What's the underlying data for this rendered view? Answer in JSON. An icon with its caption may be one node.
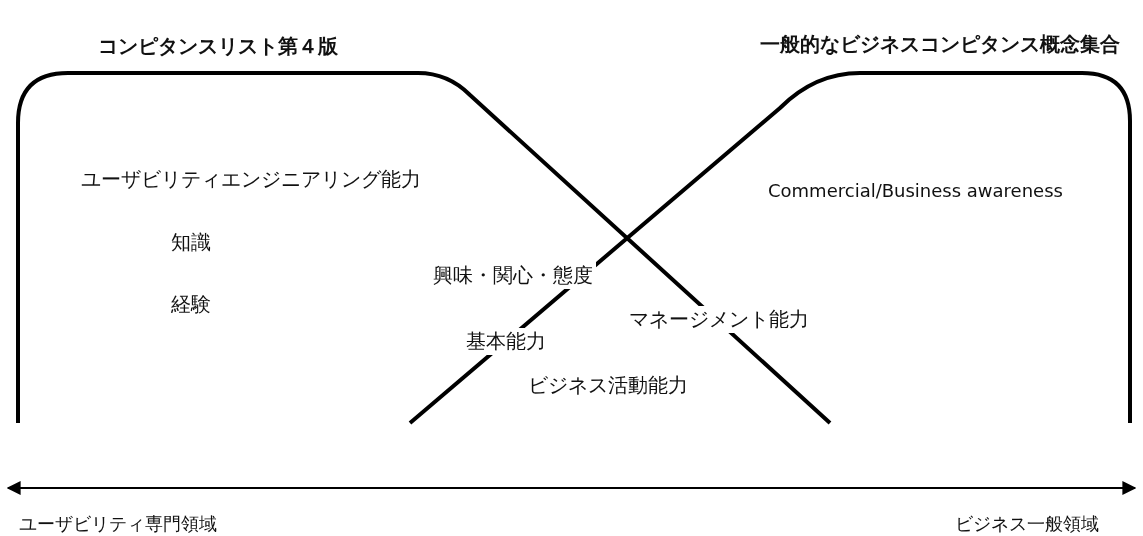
{
  "diagram": {
    "nodes": [
      {
        "text": [
          "コンピタンスリスト第４版"
        ]
      },
      {
        "text": [
          "一般的なビジネスコンピタンス概念集合"
        ]
      }
    ],
    "labels": [
      "ユーザビリティエンジニアリング能力",
      "Commercial/Business awareness",
      "知識",
      "興味・関心・態度",
      "経験",
      "マネージメント能力",
      "基本能力",
      "ビジネス活動能力",
      "ユーザビリティ専門領域",
      "ビジネス一般領域"
    ]
  }
}
